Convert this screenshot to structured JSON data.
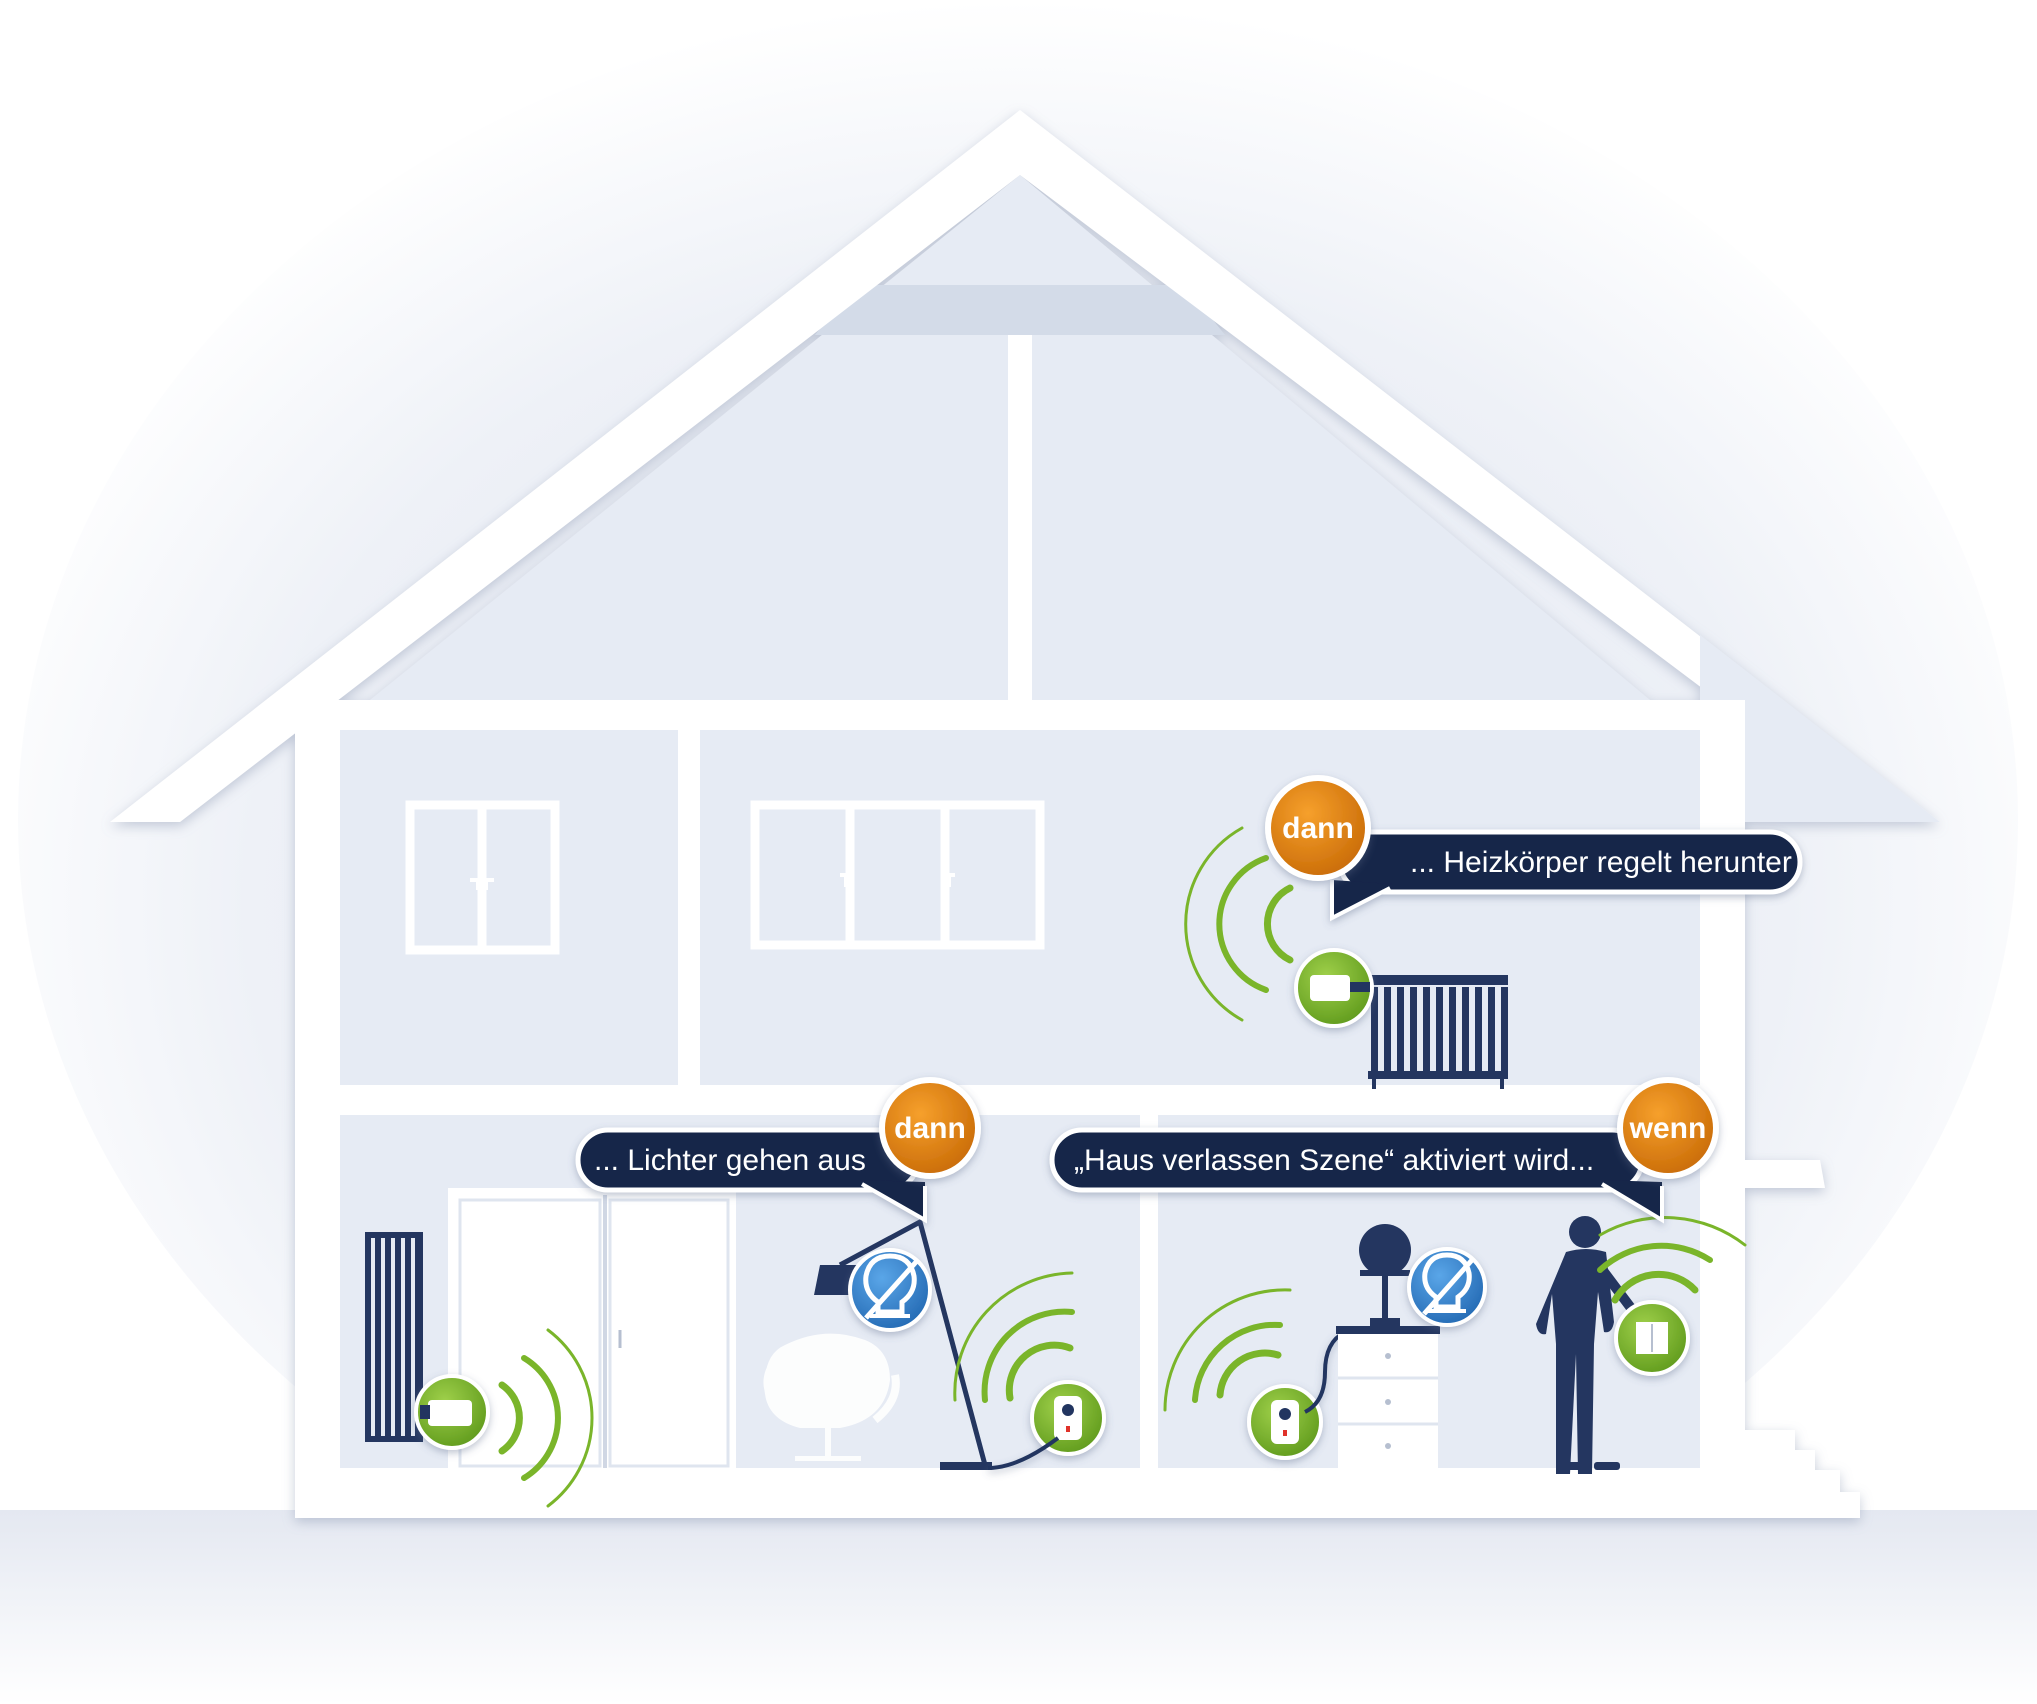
{
  "badges": {
    "top_right": "dann",
    "lower_left": "dann",
    "lower_right": "wenn"
  },
  "callouts": {
    "radiator": "... Heizkörper regelt herunter",
    "lights": "... Lichter gehen aus",
    "scene": "„Haus verlassen Szene“ aktiviert wird..."
  },
  "colors": {
    "navy": "#13254a",
    "orange": "#e07e0c",
    "green": "#7ab52a",
    "blue_icon": "#2f7fc8",
    "wall": "#e6ebf4",
    "outline": "#ffffff"
  },
  "icons": [
    "thermostat-icon",
    "radiator-icon",
    "floor-lamp-icon",
    "table-lamp-icon",
    "smart-plug-icon",
    "wall-switch-icon",
    "person-icon",
    "light-off-icon",
    "chair-icon",
    "cabinet-icon",
    "wireless-signal-icon"
  ]
}
